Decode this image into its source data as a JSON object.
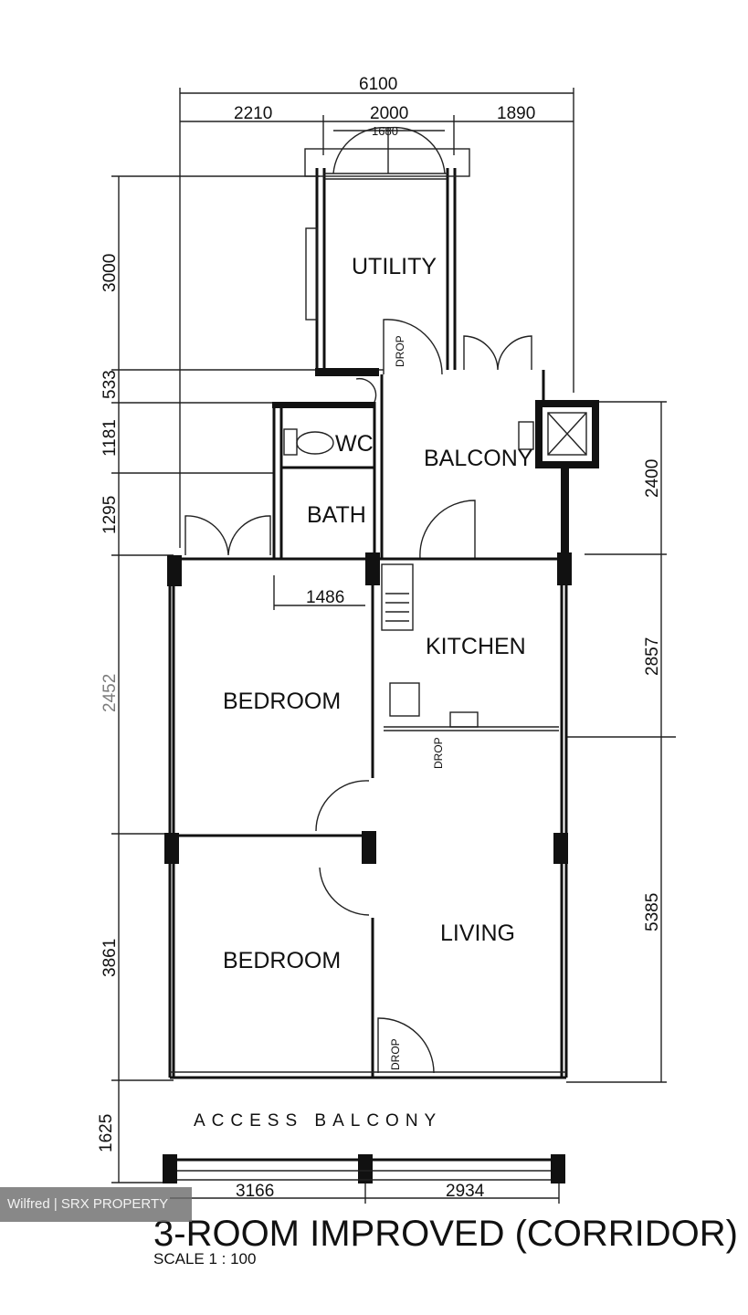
{
  "plan": {
    "title": "3-ROOM IMPROVED (CORRIDOR)",
    "scale": "SCALE 1 : 100",
    "rooms": {
      "utility": "UTILITY",
      "wc": "WC",
      "bath": "BATH",
      "balcony": "BALCONY",
      "kitchen": "KITCHEN",
      "bedroom_top": "BEDROOM",
      "bedroom_bottom": "BEDROOM",
      "living": "LIVING",
      "access_balcony": "ACCESS BALCONY"
    },
    "drops": [
      "DROP",
      "DROP",
      "DROP"
    ],
    "dimensions": {
      "top_total": "6100",
      "top_left": "2210",
      "top_mid": "2000",
      "top_right": "1890",
      "window_small": "1680",
      "left_3000": "3000",
      "left_533": "533",
      "left_1181": "1181",
      "left_1295": "1295",
      "left_mid": "2452",
      "left_3861": "3861",
      "left_1625": "1625",
      "right_2400": "2400",
      "right_2857": "2857",
      "right_5385": "5385",
      "inner_1486": "1486",
      "bottom_3166": "3166",
      "bottom_2934": "2934"
    }
  },
  "watermark": "Wilfred | SRX PROPERTY"
}
